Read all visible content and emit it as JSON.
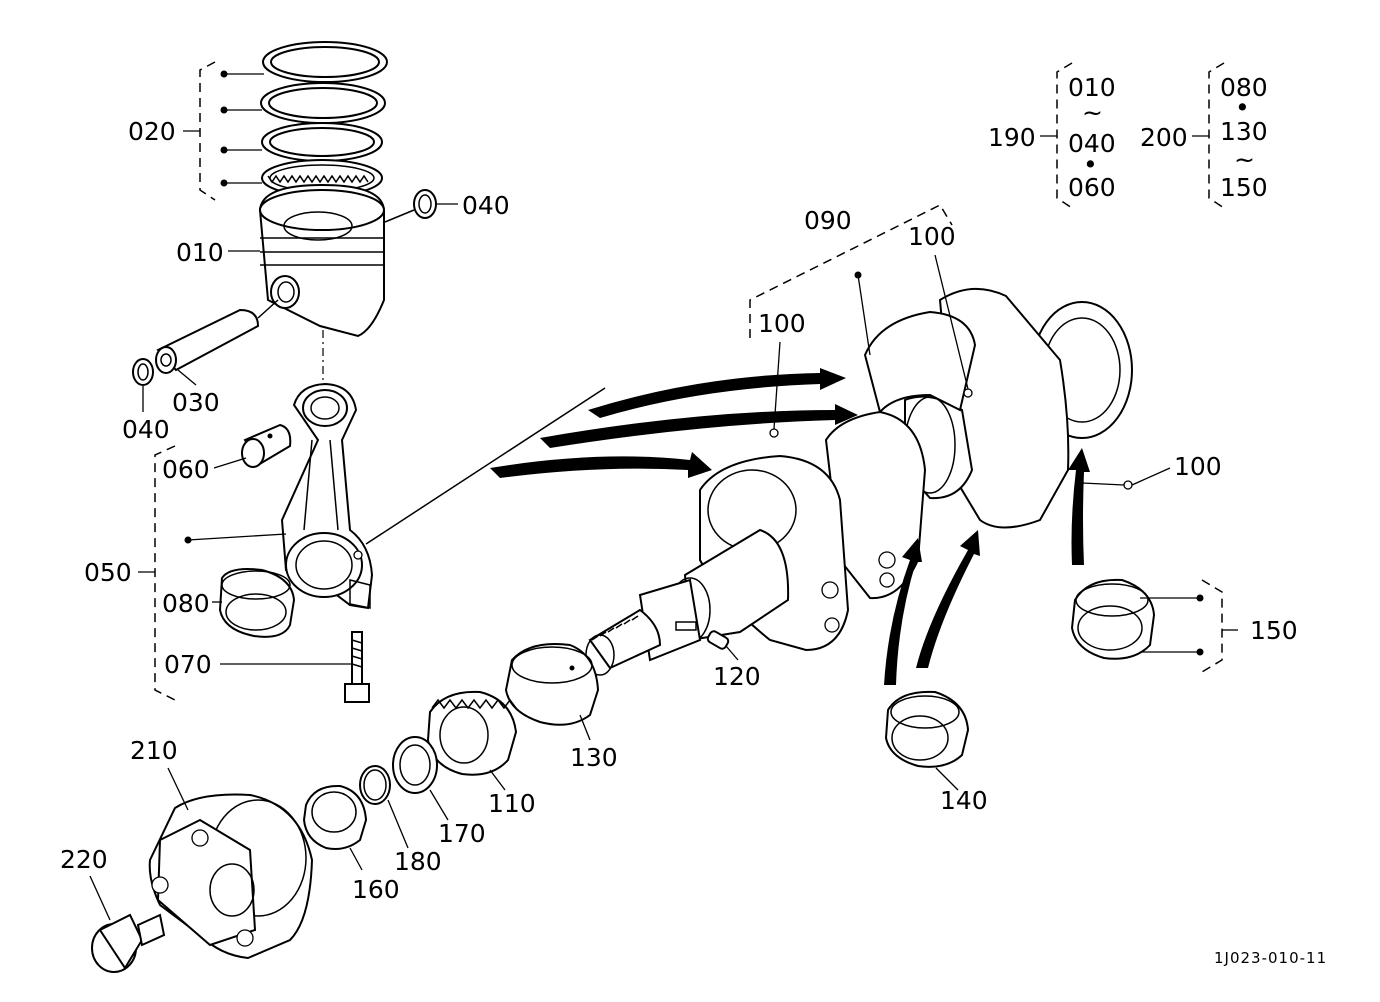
{
  "doc_id": "1J023-010-11",
  "callouts": {
    "c020": "020",
    "c040_top": "040",
    "c010": "010",
    "c030": "030",
    "c040_bottom": "040",
    "c060": "060",
    "c050": "050",
    "c080": "080",
    "c070": "070",
    "c090": "090",
    "c100_a": "100",
    "c100_b": "100",
    "c100_c": "100",
    "c120": "120",
    "c130": "130",
    "c110": "110",
    "c170": "170",
    "c180": "180",
    "c160": "160",
    "c140": "140",
    "c150": "150",
    "c210": "210",
    "c220": "220"
  },
  "legend": {
    "g190": {
      "label": "190",
      "lines": [
        "010",
        "~",
        "040",
        "•",
        "060"
      ]
    },
    "g200": {
      "label": "200",
      "lines": [
        "080",
        "•",
        "130",
        "~",
        "150"
      ]
    }
  }
}
